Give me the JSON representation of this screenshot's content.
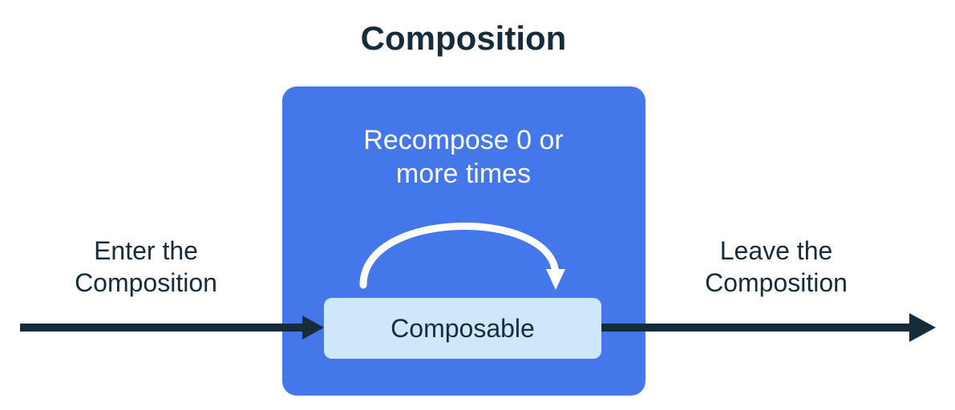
{
  "diagram": {
    "title": "Composition",
    "container": {
      "name": "composition-scope",
      "fill": "#4478ea",
      "label_line1": "Recompose 0 or",
      "label_line2": "more times"
    },
    "node": {
      "name": "composable",
      "label": "Composable",
      "fill": "#cfe7fb",
      "text_color": "#162c3b"
    },
    "entry": {
      "label_line1": "Enter the",
      "label_line2": "Composition"
    },
    "exit": {
      "label_line1": "Leave the",
      "label_line2": "Composition"
    },
    "recompose_arrow": {
      "name": "recompose-loop-arrow",
      "color": "#ffffff"
    },
    "flow_arrow_color": "#162c3b",
    "title_color": "#162c3b",
    "background": "#ffffff"
  }
}
